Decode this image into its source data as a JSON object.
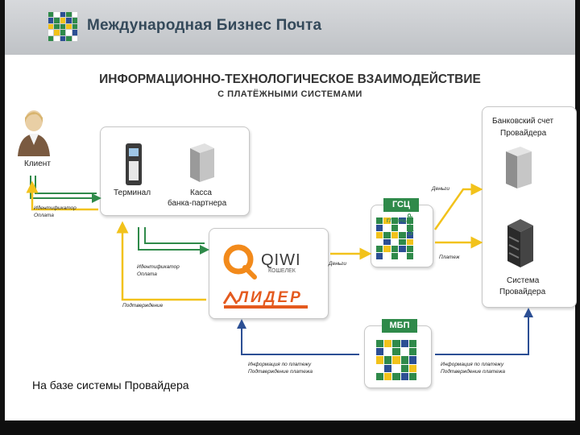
{
  "header": {
    "brand": "Международная Бизнес Почта"
  },
  "title": {
    "line1": "ИНФОРМАЦИОННО-ТЕХНОЛОГИЧЕСКОЕ ВЗАИМОДЕЙСТВИЕ",
    "line2": "С ПЛАТЁЖНЫМИ СИСТЕМАМИ"
  },
  "client": {
    "label": "Клиент",
    "note_line1": "Идентификатор",
    "note_line2": "Оплата"
  },
  "terminals": {
    "terminal": "Терминал",
    "kassa_line1": "Касса",
    "kassa_line2": "банка-партнера"
  },
  "qiwi_notes": {
    "line1": "Идентификатор",
    "line2": "Оплата",
    "confirmation": "Подтверждение"
  },
  "logos": {
    "qiwi": "QIWI",
    "qiwi_sub": "КОШЕЛЕК",
    "lider": "ЛИДЕР"
  },
  "gsc": {
    "tag": "ГСЦ",
    "logo_line1": "ГЛАВНЫЙ",
    "logo_line2": "ЦЕНТР"
  },
  "mbp": {
    "tag": "МБП"
  },
  "provider": {
    "account_line1": "Банковский счет",
    "account_line2": "Провайдера",
    "system_line1": "Система",
    "system_line2": "Провайдера"
  },
  "flows": {
    "money_to_gsc": "Деньги",
    "money_to_bank": "Деньги",
    "payment": "Платеж",
    "left_info_line1": "Информация по платежу",
    "left_info_line2": "Подтверждение платежа",
    "right_info_line1": "Информация по платежу",
    "right_info_line2": "Подтверждение платежа"
  },
  "footer_note": "На базе системы Провайдера",
  "colors": {
    "yellow": "#f2c21b",
    "green": "#2f8a4a",
    "blue": "#2c4f94",
    "orange": "#e45a1f"
  },
  "icons": [
    "person-icon",
    "terminal-icon",
    "server-icon",
    "qiwi-logo",
    "lider-logo",
    "gsc-logo",
    "mbp-logo"
  ]
}
